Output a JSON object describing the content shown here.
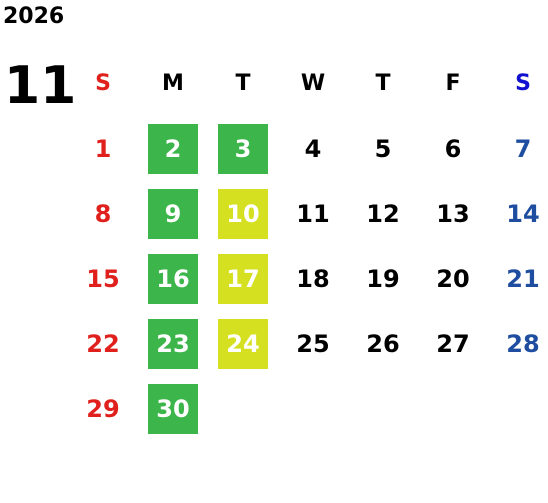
{
  "year": "2026",
  "month": "11",
  "weekdays": [
    "S",
    "M",
    "T",
    "W",
    "T",
    "F",
    "S"
  ],
  "colors": {
    "sunday": "#e0201c",
    "saturday": "#1f4ea0",
    "green": "#3cb54a",
    "yellow": "#d4e020"
  },
  "weeks": [
    [
      {
        "d": "1"
      },
      {
        "d": "2",
        "hl": "green"
      },
      {
        "d": "3",
        "hl": "green"
      },
      {
        "d": "4"
      },
      {
        "d": "5"
      },
      {
        "d": "6"
      },
      {
        "d": "7"
      }
    ],
    [
      {
        "d": "8"
      },
      {
        "d": "9",
        "hl": "green"
      },
      {
        "d": "10",
        "hl": "yellow"
      },
      {
        "d": "11"
      },
      {
        "d": "12"
      },
      {
        "d": "13"
      },
      {
        "d": "14"
      }
    ],
    [
      {
        "d": "15"
      },
      {
        "d": "16",
        "hl": "green"
      },
      {
        "d": "17",
        "hl": "yellow"
      },
      {
        "d": "18"
      },
      {
        "d": "19"
      },
      {
        "d": "20"
      },
      {
        "d": "21"
      }
    ],
    [
      {
        "d": "22"
      },
      {
        "d": "23",
        "hl": "green"
      },
      {
        "d": "24",
        "hl": "yellow"
      },
      {
        "d": "25"
      },
      {
        "d": "26"
      },
      {
        "d": "27"
      },
      {
        "d": "28"
      }
    ],
    [
      {
        "d": "29"
      },
      {
        "d": "30",
        "hl": "green"
      }
    ]
  ]
}
